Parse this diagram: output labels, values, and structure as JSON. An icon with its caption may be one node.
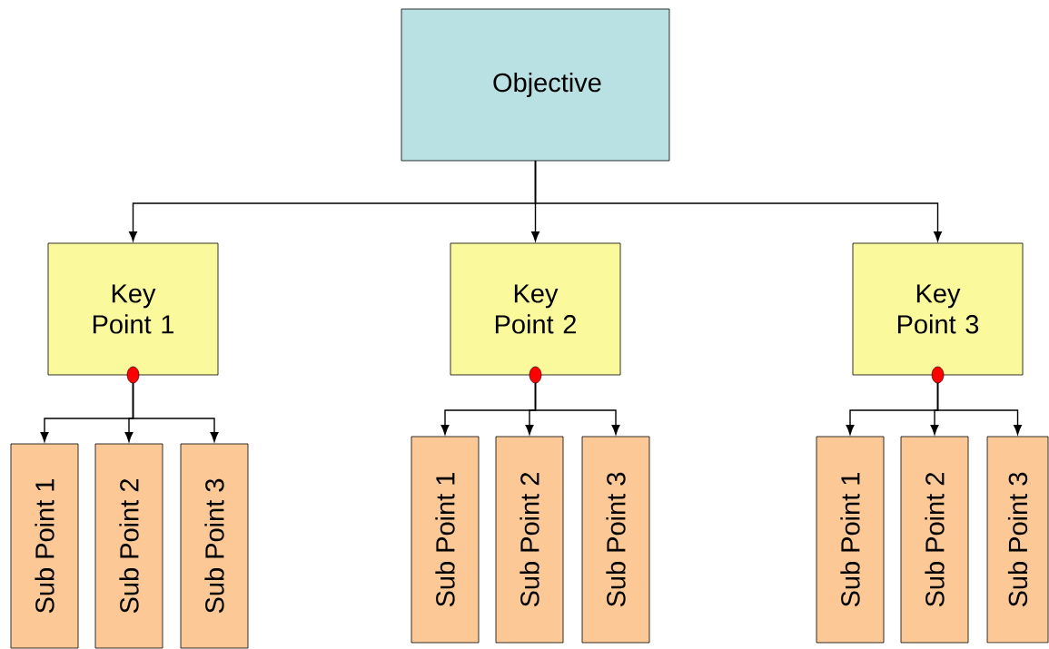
{
  "diagram": {
    "nodes": [
      {
        "text": [
          "Objective"
        ]
      },
      {
        "text": [
          "Key Point 1"
        ]
      },
      {
        "text": [
          "Key Point 2"
        ]
      },
      {
        "text": [
          "Key Point 3"
        ]
      },
      {
        "text": [
          "Sub Point 1"
        ]
      },
      {
        "text": [
          "Sub Point 2"
        ]
      },
      {
        "text": [
          "Sub Point 3"
        ]
      },
      {
        "text": [
          "Sub Point 1"
        ]
      },
      {
        "text": [
          "Sub Point 2"
        ]
      },
      {
        "text": [
          "Sub Point 3"
        ]
      },
      {
        "text": [
          "Sub Point 1"
        ]
      },
      {
        "text": [
          "Sub Point 2"
        ]
      },
      {
        "text": [
          "Sub Point 3"
        ]
      }
    ],
    "edges": [
      {
        "from": 0,
        "to": 1,
        "arrow": "to"
      },
      {
        "from": 0,
        "to": 2,
        "arrow": "to"
      },
      {
        "from": 0,
        "to": 3,
        "arrow": "to"
      },
      {
        "from": 1,
        "to": 4,
        "arrow": "to"
      },
      {
        "from": 1,
        "to": 5,
        "arrow": "to"
      },
      {
        "from": 1,
        "to": 6,
        "arrow": "to"
      },
      {
        "from": 2,
        "to": 7,
        "arrow": "to"
      },
      {
        "from": 2,
        "to": 8,
        "arrow": "to"
      },
      {
        "from": 2,
        "to": 9,
        "arrow": "to"
      },
      {
        "from": 3,
        "to": 10,
        "arrow": "to"
      },
      {
        "from": 3,
        "to": 11,
        "arrow": "to"
      },
      {
        "from": 3,
        "to": 12,
        "arrow": "to"
      }
    ]
  }
}
